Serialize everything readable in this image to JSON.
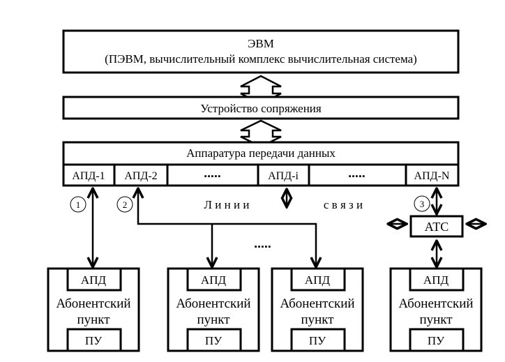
{
  "computer": {
    "title": "ЭВМ",
    "subtitle": "(ПЭВМ, вычислительный комплекс вычислительная система)"
  },
  "interface_device": {
    "label": "Устройство сопряжения"
  },
  "data_transmission": {
    "label": "Аппаратура передачи данных",
    "cells": [
      "АПД-1",
      "АПД-2",
      "▪▪▪▪▪",
      "АПД-i",
      "▪▪▪▪▪",
      "АПД-N"
    ]
  },
  "lines": {
    "word1": "Л и н и и",
    "word2": "с в я з и",
    "markers": [
      "1",
      "2",
      "3"
    ],
    "ellipsis": "▪▪▪▪▪"
  },
  "exchange": {
    "label": "АТС"
  },
  "subscriber_points": [
    {
      "top": "АПД",
      "name_line1": "Абонентский",
      "name_line2": "пункт",
      "bottom": "ПУ"
    },
    {
      "top": "АПД",
      "name_line1": "Абонентский",
      "name_line2": "пункт",
      "bottom": "ПУ"
    },
    {
      "top": "АПД",
      "name_line1": "Абонентский",
      "name_line2": "пункт",
      "bottom": "ПУ"
    },
    {
      "top": "АПД",
      "name_line1": "Абонентский",
      "name_line2": "пункт",
      "bottom": "ПУ"
    }
  ]
}
